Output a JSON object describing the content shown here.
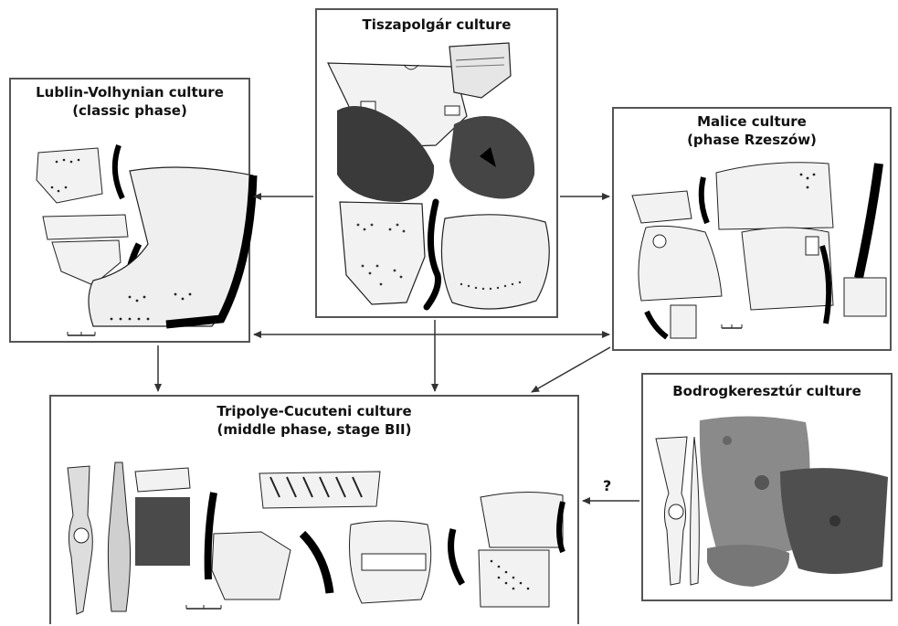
{
  "boxes": {
    "tiszapolgar": {
      "title": "Tiszapolgár culture"
    },
    "lublin": {
      "title": "Lublin-Volhynian culture\n(classic phase)"
    },
    "malice": {
      "title": "Malice culture\n(phase Rzeszów)"
    },
    "tripolye": {
      "title": "Tripolye-Cucuteni culture\n(middle phase, stage BII)"
    },
    "bodrog": {
      "title": "Bodrogkeresztúr culture"
    }
  },
  "links": {
    "uncertain_marker": "?"
  },
  "colors": {
    "border": "#555555",
    "arrow": "#333333",
    "sherd_fill": "#f2f2f2",
    "dark_fill": "#3a3a3a",
    "profile": "#000000"
  }
}
